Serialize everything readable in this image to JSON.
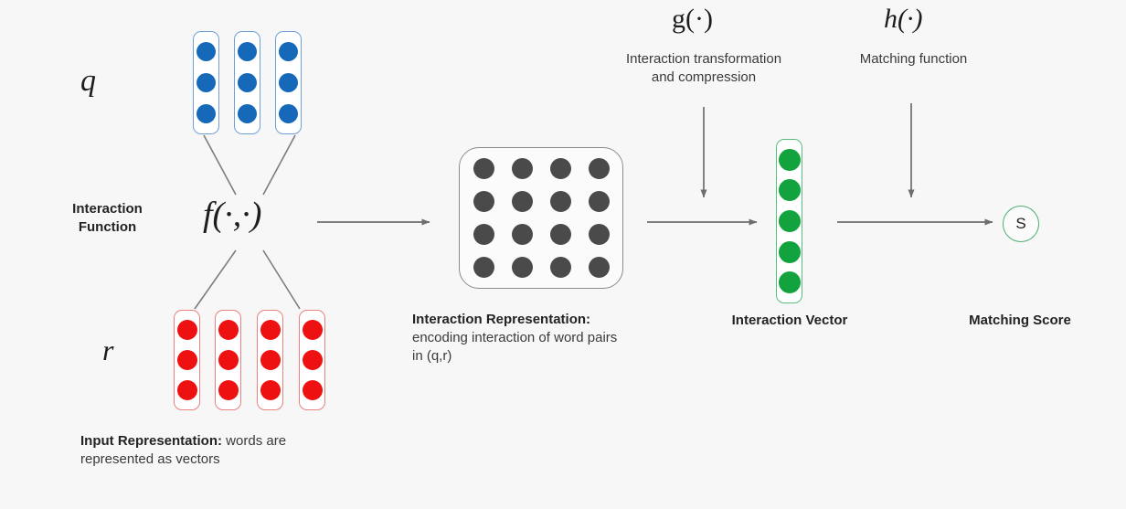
{
  "figure": {
    "background_color": "#f7f7f7",
    "title": "Interaction-focused neural matching model schematic"
  },
  "colors": {
    "blue_dot": "#1669b8",
    "blue_border": "#6f9fd8",
    "red_dot": "#ee1111",
    "red_border": "#e7827f",
    "green_dot": "#13a33e",
    "green_border": "#56bf7e",
    "gray_dot": "#4a4a4a",
    "matrix_border": "#8b8b8b",
    "arrow": "#6e6e6e",
    "score_border": "#4cae72"
  },
  "query": {
    "symbol": "q",
    "vector_count": 3,
    "dots_per_vector": 3,
    "dot_color": "#1669b8"
  },
  "document": {
    "symbol": "r",
    "vector_count": 4,
    "dots_per_vector": 3,
    "dot_color": "#ee1111"
  },
  "input_representation_caption": {
    "bold_part": "Input Representation:",
    "rest_line1": " words are",
    "line2": "represented as vectors"
  },
  "interaction_function": {
    "label_line1": "Interaction",
    "label_line2": "Function",
    "symbol": "f(·,·)"
  },
  "interaction_representation": {
    "rows": 4,
    "cols": 4,
    "dot_color": "#4a4a4a",
    "caption_bold": "Interaction Representation:",
    "caption_line2": "encoding interaction of word pairs",
    "caption_line3": "in (q,r)"
  },
  "g_function": {
    "symbol": "g(·)",
    "desc_line1": "Interaction transformation",
    "desc_line2": "and compression"
  },
  "h_function": {
    "symbol": "h(·)",
    "desc_line1": "Matching function"
  },
  "interaction_vector": {
    "dot_count": 5,
    "dot_color": "#13a33e",
    "caption": "Interaction Vector"
  },
  "matching_score": {
    "symbol": "S",
    "caption": "Matching Score"
  }
}
